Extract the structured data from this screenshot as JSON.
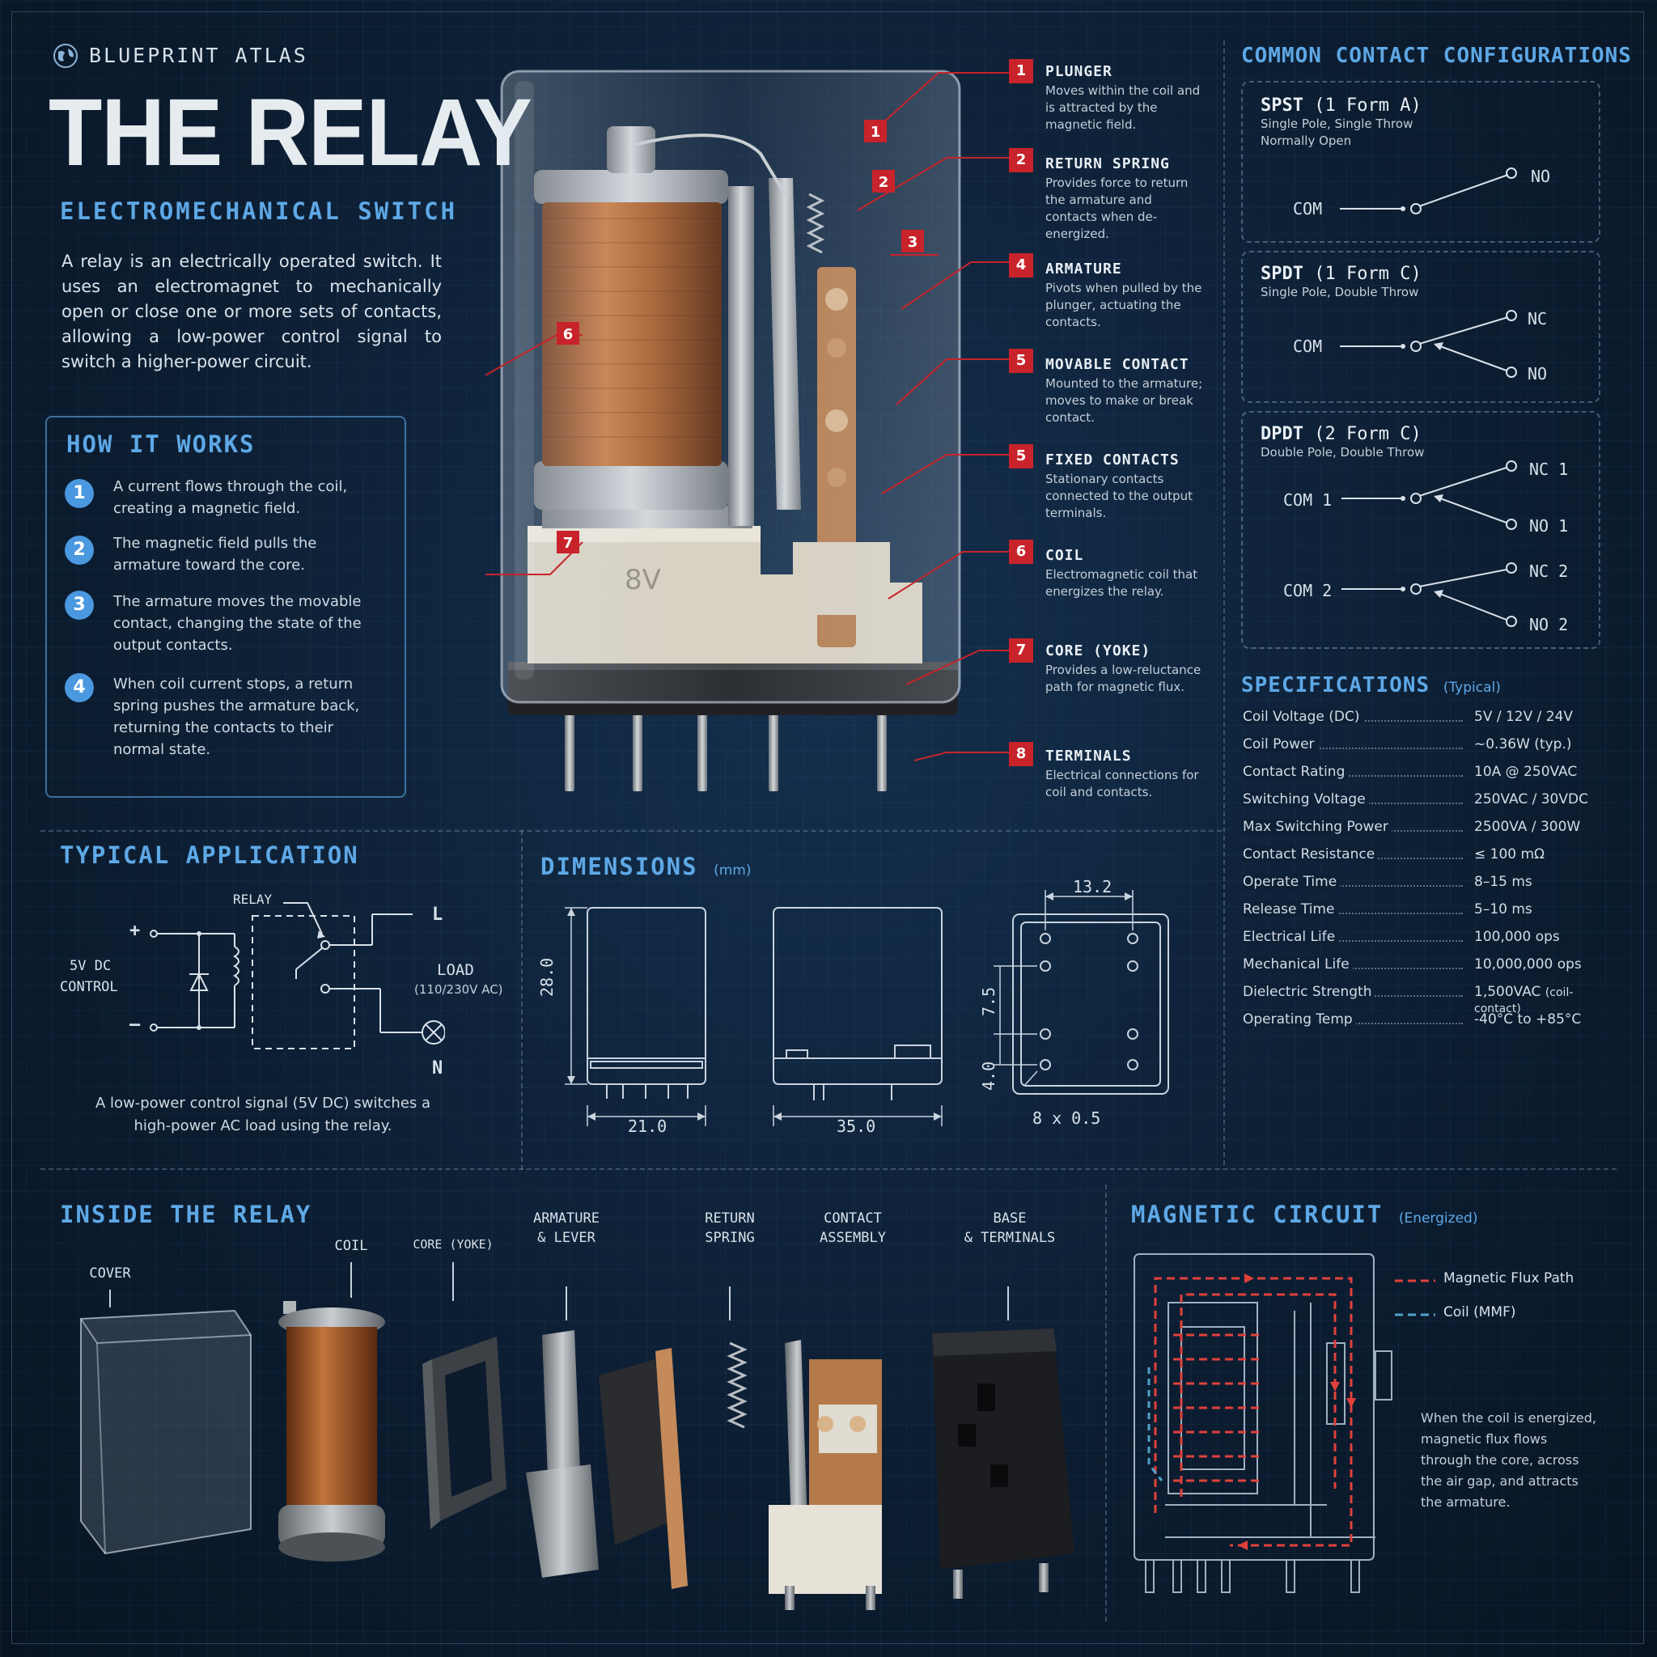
{
  "header": {
    "brand": "BLUEPRINT ATLAS",
    "title": "THE RELAY",
    "subtitle": "ELECTROMECHANICAL SWITCH",
    "intro": "A relay is an electrically operated switch. It uses an electromagnet to mechanically open or close one or more sets of contacts, allowing a low-power control signal to switch a higher-power circuit."
  },
  "how_it_works": {
    "title": "HOW IT WORKS",
    "steps": [
      {
        "num": "1",
        "text": "A current flows through the coil, creating a magnetic field."
      },
      {
        "num": "2",
        "text": "The magnetic field pulls the armature toward the core."
      },
      {
        "num": "3",
        "text": "The armature moves the movable contact, changing the state of the output contacts."
      },
      {
        "num": "4",
        "text": "When coil current stops, a return spring pushes the armature back, returning the contacts to their normal state."
      }
    ]
  },
  "photo_badges": [
    "1",
    "2",
    "3",
    "6",
    "7"
  ],
  "callouts": [
    {
      "num": "1",
      "title": "PLUNGER",
      "desc": "Moves within the coil and is attracted by the magnetic field."
    },
    {
      "num": "2",
      "title": "RETURN SPRING",
      "desc": "Provides force to return the armature and contacts when de-energized."
    },
    {
      "num": "4",
      "title": "ARMATURE",
      "desc": "Pivots when pulled by the plunger, actuating the contacts."
    },
    {
      "num": "5",
      "title": "MOVABLE CONTACT",
      "desc": "Mounted to the armature; moves to make or break contact."
    },
    {
      "num": "5",
      "title": "FIXED CONTACTS",
      "desc": "Stationary contacts connected to the output terminals."
    },
    {
      "num": "6",
      "title": "COIL",
      "desc": "Electromagnetic coil that energizes the relay."
    },
    {
      "num": "7",
      "title": "CORE (YOKE)",
      "desc": "Provides a low-reluctance path for magnetic flux."
    },
    {
      "num": "8",
      "title": "TERMINALS",
      "desc": "Electrical connections for coil and contacts."
    }
  ],
  "relay_marking": "8V",
  "configs": {
    "title": "COMMON CONTACT CONFIGURATIONS",
    "spst": {
      "name": "SPST",
      "form": "(1 Form A)",
      "sub1": "Single Pole, Single Throw",
      "sub2": "Normally Open",
      "com": "COM",
      "no": "NO"
    },
    "spdt": {
      "name": "SPDT",
      "form": "(1 Form C)",
      "sub1": "Single Pole, Double Throw",
      "com": "COM",
      "nc": "NC",
      "no": "NO"
    },
    "dpdt": {
      "name": "DPDT",
      "form": "(2 Form C)",
      "sub1": "Double Pole, Double Throw",
      "com1": "COM 1",
      "nc1": "NC 1",
      "no1": "NO 1",
      "com2": "COM 2",
      "nc2": "NC 2",
      "no2": "NO 2"
    }
  },
  "specs": {
    "title": "SPECIFICATIONS",
    "note": "(Typical)",
    "rows": [
      {
        "k": "Coil Voltage (DC)",
        "v": "5V / 12V / 24V"
      },
      {
        "k": "Coil Power",
        "v": "~0.36W (typ.)"
      },
      {
        "k": "Contact Rating",
        "v": "10A @ 250VAC"
      },
      {
        "k": "Switching Voltage",
        "v": "250VAC / 30VDC"
      },
      {
        "k": "Max Switching Power",
        "v": "2500VA / 300W"
      },
      {
        "k": "Contact Resistance",
        "v": "≤ 100 mΩ"
      },
      {
        "k": "Operate Time",
        "v": "8–15 ms"
      },
      {
        "k": "Release Time",
        "v": "5–10 ms"
      },
      {
        "k": "Electrical Life",
        "v": "100,000 ops"
      },
      {
        "k": "Mechanical Life",
        "v": "10,000,000 ops"
      },
      {
        "k": "Dielectric Strength",
        "v": "1,500VAC",
        "note": "(coil-contact)"
      },
      {
        "k": "Operating Temp",
        "v": "-40°C to +85°C"
      }
    ]
  },
  "application": {
    "title": "TYPICAL APPLICATION",
    "relay": "RELAY",
    "plus": "+",
    "minus": "–",
    "ctrl1": "5V DC",
    "ctrl2": "CONTROL",
    "l": "L",
    "n": "N",
    "load": "LOAD",
    "load_v": "(110/230V AC)",
    "caption": "A low-power control signal (5V DC) switches a high-power AC load using the relay."
  },
  "dimensions": {
    "title": "DIMENSIONS",
    "unit": "(mm)",
    "h": "28.0",
    "w": "21.0",
    "l": "35.0",
    "pitch": "13.2",
    "row": "7.5",
    "edge": "4.0",
    "pins": "8 x 0.5"
  },
  "inside": {
    "title": "INSIDE THE RELAY",
    "cover": "COVER",
    "coil": "COIL",
    "core": "CORE (YOKE)",
    "arm1": "ARMATURE",
    "arm2": "& LEVER",
    "spr1": "RETURN",
    "spr2": "SPRING",
    "ca1": "CONTACT",
    "ca2": "ASSEMBLY",
    "base1": "BASE",
    "base2": "& TERMINALS"
  },
  "magnetic": {
    "title": "MAGNETIC CIRCUIT",
    "note": "(Energized)",
    "legend_flux": "Magnetic Flux Path",
    "legend_coil": "Coil (MMF)",
    "caption": "When the coil is energized, magnetic flux flows through the core, across the air gap, and attracts the armature."
  },
  "colors": {
    "accent": "#5ea8e6",
    "badge": "#c8232a",
    "copper": "#b8642a",
    "flux": "#e0413b",
    "mmf": "#4fa3c8"
  }
}
